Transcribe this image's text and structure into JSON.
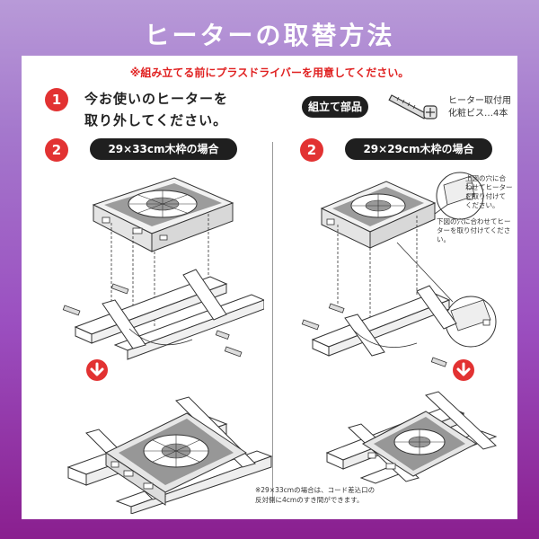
{
  "title": "ヒーターの取替方法",
  "warning": "※組み立てる前にプラスドライバーを用意してください。",
  "step1": {
    "number": "1",
    "line1": "今お使いのヒーターを",
    "line2": "取り外してください。"
  },
  "parts": {
    "label": "組立て部品",
    "note_line1": "ヒーター取付用",
    "note_line2": "化粧ビス…4本"
  },
  "left": {
    "number": "2",
    "label": "29×33cm木枠の場合"
  },
  "right": {
    "number": "2",
    "label": "29×29cm木枠の場合",
    "callout1_line1": "上図の穴に合",
    "callout1_line2": "わせてヒーター",
    "callout1_line3": "を取り付けて",
    "callout1_line4": "ください。",
    "callout2_line1": "下図の穴に合わせてヒー",
    "callout2_line2": "ターを取り付けてください。"
  },
  "bottom_note": {
    "line1": "※29×33cmの場合は、コード差込口の",
    "line2": "反対側に4cmのすき間ができます。"
  },
  "colors": {
    "accent": "#e23232",
    "pill": "#1f1f1f"
  }
}
